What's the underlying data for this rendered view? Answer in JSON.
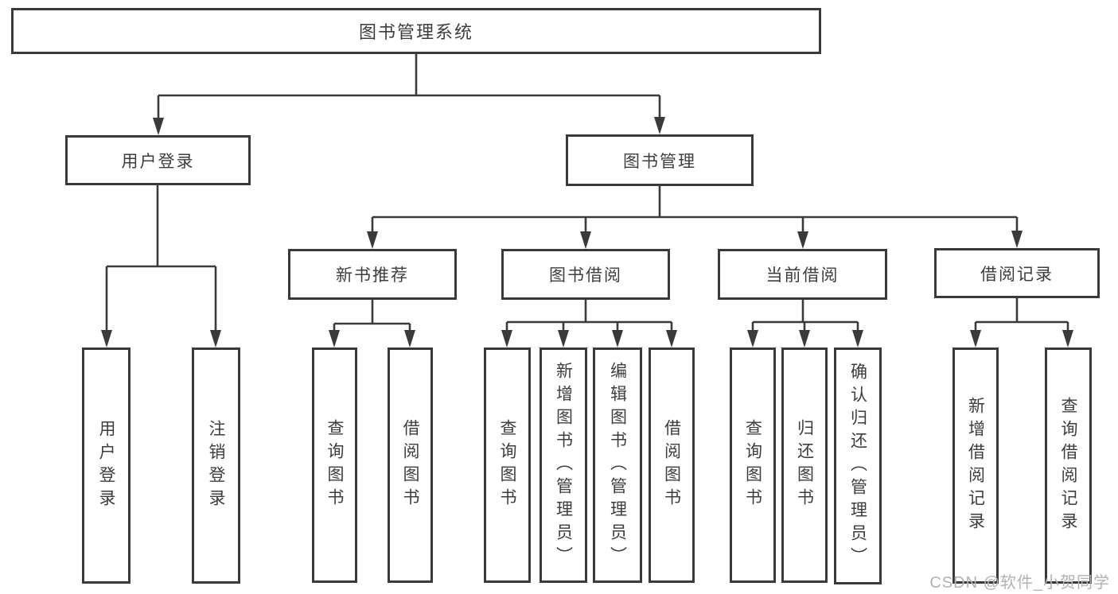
{
  "diagram": {
    "title": "图书管理系统",
    "branches": [
      {
        "label": "用户登录",
        "children": [
          {
            "label": "用户登录"
          },
          {
            "label": "注销登录"
          }
        ]
      },
      {
        "label": "图书管理",
        "children": [
          {
            "label": "新书推荐",
            "children": [
              {
                "label": "查询图书"
              },
              {
                "label": "借阅图书"
              }
            ]
          },
          {
            "label": "图书借阅",
            "children": [
              {
                "label": "查询图书"
              },
              {
                "label": "新增图书（管理员）"
              },
              {
                "label": "编辑图书（管理员）"
              },
              {
                "label": "借阅图书"
              }
            ]
          },
          {
            "label": "当前借阅",
            "children": [
              {
                "label": "查询图书"
              },
              {
                "label": "归还图书"
              },
              {
                "label": "确认归还（管理员）"
              }
            ]
          },
          {
            "label": "借阅记录",
            "children": [
              {
                "label": "新增借阅记录"
              },
              {
                "label": "查询借阅记录"
              }
            ]
          }
        ]
      }
    ]
  },
  "watermark": {
    "text": "CSDN @软件_小贺同学"
  },
  "colors": {
    "line": "#3a3a3a",
    "text": "#3d3d3d",
    "background": "#ffffff",
    "watermark": "#b2b2b2"
  }
}
